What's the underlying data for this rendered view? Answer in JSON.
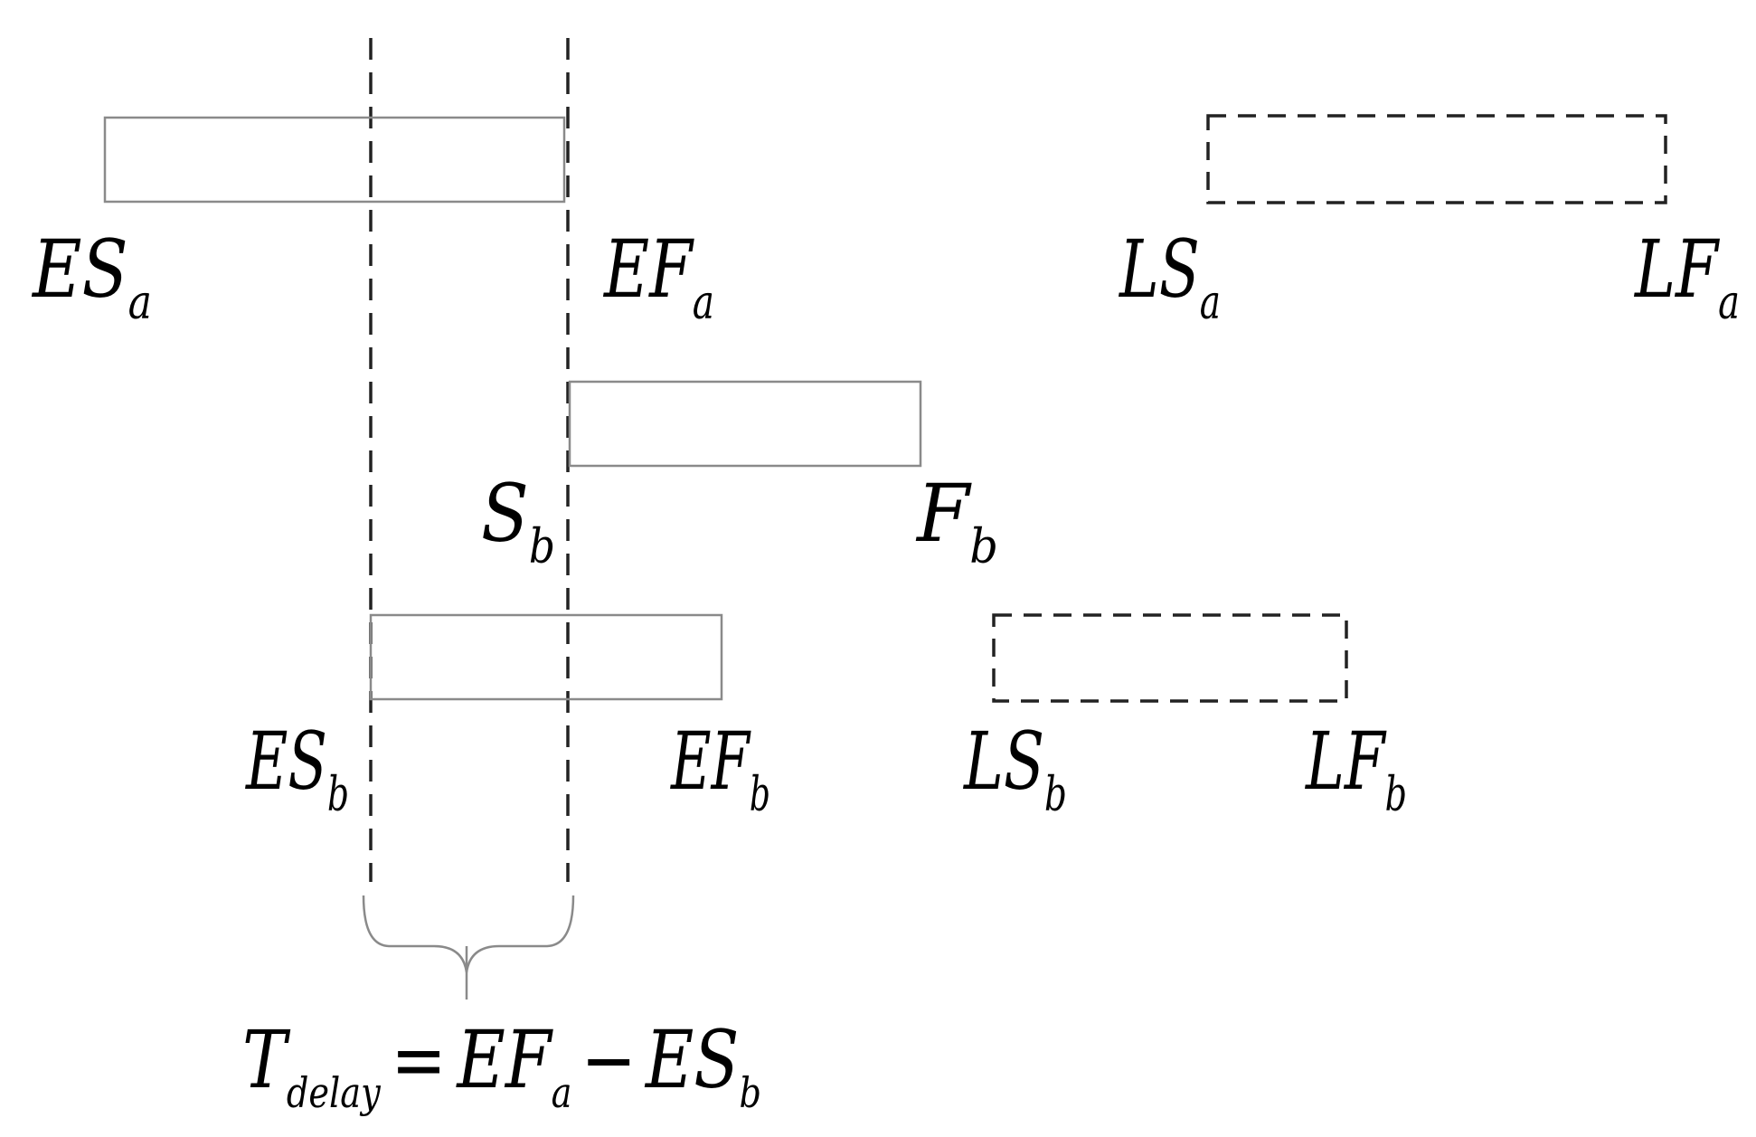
{
  "labels": {
    "es_a": {
      "main": "ES",
      "sub": "a"
    },
    "ef_a": {
      "main": "EF",
      "sub": "a"
    },
    "ls_a": {
      "main": "LS",
      "sub": "a"
    },
    "lf_a": {
      "main": "LF",
      "sub": "a"
    },
    "s_b": {
      "main": "S",
      "sub": "b"
    },
    "f_b": {
      "main": "F",
      "sub": "b"
    },
    "es_b": {
      "main": "ES",
      "sub": "b"
    },
    "ef_b": {
      "main": "EF",
      "sub": "b"
    },
    "ls_b": {
      "main": "LS",
      "sub": "b"
    },
    "lf_b": {
      "main": "LF",
      "sub": "b"
    }
  },
  "equation": {
    "lhs_main": "T",
    "lhs_sub": "delay",
    "equals": "=",
    "term1_main": "EF",
    "term1_sub": "a",
    "minus": "−",
    "term2_main": "ES",
    "term2_sub": "b"
  }
}
